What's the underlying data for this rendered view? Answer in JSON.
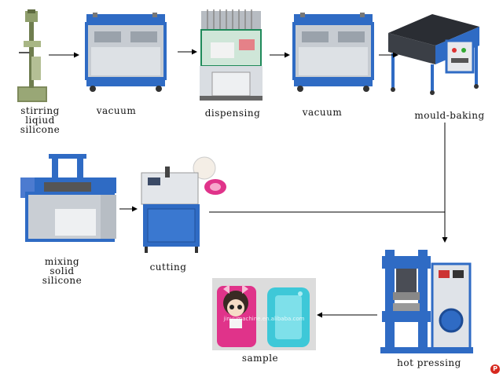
{
  "steps": {
    "stirring": "stirring\nliqiud\nsilicone",
    "vacuum1": "vacuum",
    "dispensing": "dispensing",
    "vacuum2": "vacuum",
    "mould_baking": "mould-baking",
    "mixing": "mixing\nsolid\nsilicone",
    "cutting": "cutting",
    "hot_pressing": "hot pressing",
    "sample": "sample"
  },
  "watermark": "jinyumachine.en.alibaba.com",
  "colors": {
    "machine_blue": "#2f6bc4",
    "panel_grey": "#c7ccd2",
    "stirrer_green": "#8a9c6a",
    "sample_pink": "#e0338a",
    "sample_cyan": "#3ec8d8"
  }
}
